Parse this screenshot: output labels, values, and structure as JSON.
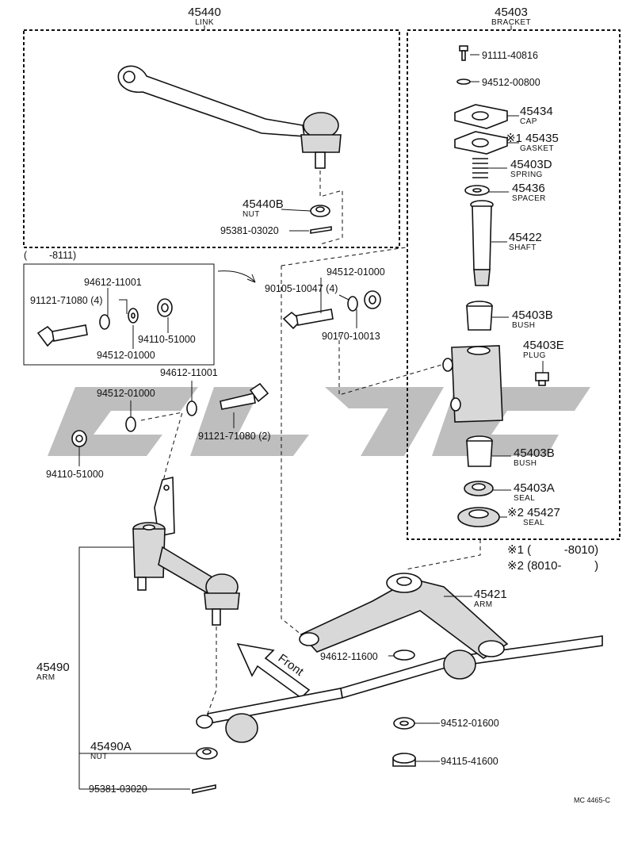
{
  "diagram": {
    "watermark": "",
    "footer_code": "MC 4465-C",
    "front_label": "Front",
    "groups": {
      "link": {
        "number": "45440",
        "name": "LINK"
      },
      "bracket": {
        "number": "45403",
        "name": "BRACKET"
      }
    },
    "date_range_box": "(        -8111)",
    "notes": {
      "n1": "※1 (          -8010)",
      "n2": "※2 (8010-          )"
    },
    "parts": [
      {
        "id": "p45440B",
        "number": "45440B",
        "name": "NUT"
      },
      {
        "id": "p95381a",
        "number": "95381-03020"
      },
      {
        "id": "p94612a",
        "number": "94612-11001"
      },
      {
        "id": "p91121a",
        "number": "91121-71080 (4)"
      },
      {
        "id": "p94110a",
        "number": "94110-51000"
      },
      {
        "id": "p94512a",
        "number": "94512-01000"
      },
      {
        "id": "p94512b",
        "number": "94512-01000"
      },
      {
        "id": "p90105",
        "number": "90105-10047 (4)"
      },
      {
        "id": "p90170",
        "number": "90170-10013"
      },
      {
        "id": "p94612b",
        "number": "94612-11001"
      },
      {
        "id": "p94512c",
        "number": "94512-01000"
      },
      {
        "id": "p91121b",
        "number": "91121-71080 (2)"
      },
      {
        "id": "p94110b",
        "number": "94110-51000"
      },
      {
        "id": "p91111",
        "number": "91111-40816"
      },
      {
        "id": "p94512d",
        "number": "94512-00800"
      },
      {
        "id": "p45434",
        "number": "45434",
        "name": "CAP"
      },
      {
        "id": "p45435",
        "number": "※1 45435",
        "name": "GASKET"
      },
      {
        "id": "p45403D",
        "number": "45403D",
        "name": "SPRING"
      },
      {
        "id": "p45436",
        "number": "45436",
        "name": "SPACER"
      },
      {
        "id": "p45422",
        "number": "45422",
        "name": "SHAFT"
      },
      {
        "id": "p45403B1",
        "number": "45403B",
        "name": "BUSH"
      },
      {
        "id": "p45403E",
        "number": "45403E",
        "name": "PLUG"
      },
      {
        "id": "p45403B2",
        "number": "45403B",
        "name": "BUSH"
      },
      {
        "id": "p45403A",
        "number": "45403A",
        "name": "SEAL"
      },
      {
        "id": "p45427",
        "number": "※2 45427",
        "name": "SEAL"
      },
      {
        "id": "p45421",
        "number": "45421",
        "name": "ARM"
      },
      {
        "id": "p94612c",
        "number": "94612-11600"
      },
      {
        "id": "p94512e",
        "number": "94512-01600"
      },
      {
        "id": "p94115",
        "number": "94115-41600"
      },
      {
        "id": "p45490",
        "number": "45490",
        "name": "ARM"
      },
      {
        "id": "p45490A",
        "number": "45490A",
        "name": "NUT"
      },
      {
        "id": "p95381b",
        "number": "95381-03020"
      }
    ]
  }
}
